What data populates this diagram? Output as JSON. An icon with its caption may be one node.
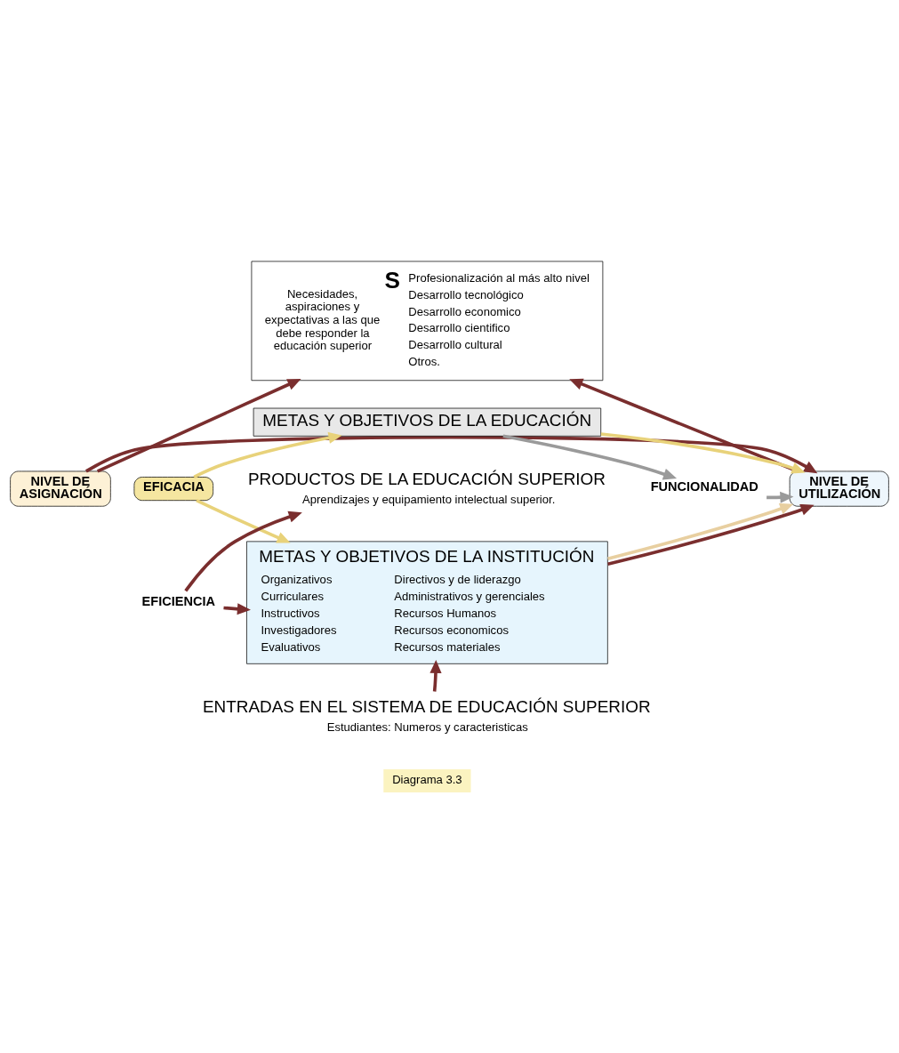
{
  "diagram": {
    "nodes": [
      {
        "text": [
          "NIVEL DE ASIGNACIÓN"
        ]
      },
      {
        "text": [
          "Necesidades, aspiraciones y expectativas a las que debe responder la educación superior",
          "S",
          "Profesionalización al más alto nivel",
          "Desarrollo tecnológico",
          "Desarrollo economico",
          "Desarrollo cientifico",
          "Desarrollo cultural",
          "Otros."
        ]
      },
      {
        "text": [
          "NIVEL DE UTILIZACIÓN"
        ]
      },
      {
        "text": [
          "METAS Y OBJETIVOS DE LA EDUCACIÓN"
        ]
      },
      {
        "text": [
          "EFICACIA"
        ]
      },
      {
        "text": [
          "PRODUCTOS DE LA EDUCACIÓN SUPERIOR",
          "Aprendizajes y equipamiento intelectual superior."
        ]
      },
      {
        "text": [
          "EFICIENCIA"
        ]
      },
      {
        "text": [
          "METAS Y OBJETIVOS DE LA INSTITUCIÓN",
          "Organizativos",
          "Curriculares",
          "Instructivos",
          "Investigadores",
          "Evaluativos",
          "Directivos y de liderazgo",
          "Administrativos y gerenciales",
          "Recursos Humanos",
          "Recursos economicos",
          "Recursos materiales"
        ]
      },
      {
        "text": [
          "FUNCIONALIDAD"
        ]
      },
      {
        "text": [
          "ENTRADAS EN EL SISTEMA DE EDUCACIÓN SUPERIOR",
          "Estudiantes: Numeros y caracteristicas"
        ]
      }
    ],
    "edges": [
      {
        "from": 0,
        "to": 1,
        "arrow": "to",
        "color": "#7a2e2e"
      },
      {
        "from": 2,
        "to": 1,
        "arrow": "to",
        "color": "#7a2e2e"
      },
      {
        "from": 4,
        "to": 3,
        "arrow": "to",
        "color": "#e8d27a"
      },
      {
        "from": 4,
        "to": 7,
        "arrow": "to",
        "color": "#e8d27a"
      },
      {
        "from": 6,
        "to": 5,
        "arrow": "to",
        "color": "#7a2e2e"
      },
      {
        "from": 6,
        "to": 7,
        "arrow": "to",
        "color": "#7a2e2e"
      },
      {
        "from": 3,
        "to": 8,
        "arrow": "to",
        "color": "#9a9a9a"
      },
      {
        "from": 8,
        "to": 2,
        "arrow": "to",
        "color": "#9a9a9a"
      },
      {
        "from": 3,
        "to": 2,
        "arrow": "to",
        "color": "#e8d27a"
      },
      {
        "from": 7,
        "to": 2,
        "arrow": "to",
        "color": "#e8cfa0"
      },
      {
        "from": 7,
        "to": 2,
        "arrow": "to",
        "color": "#7a2e2e"
      },
      {
        "from": 9,
        "to": 7,
        "arrow": "to",
        "color": "#7a2e2e"
      },
      {
        "from": 0,
        "to": 2,
        "arrow": "to",
        "color": "#7a2e2e"
      }
    ],
    "labels": [
      "Diagrama 3.3"
    ]
  }
}
